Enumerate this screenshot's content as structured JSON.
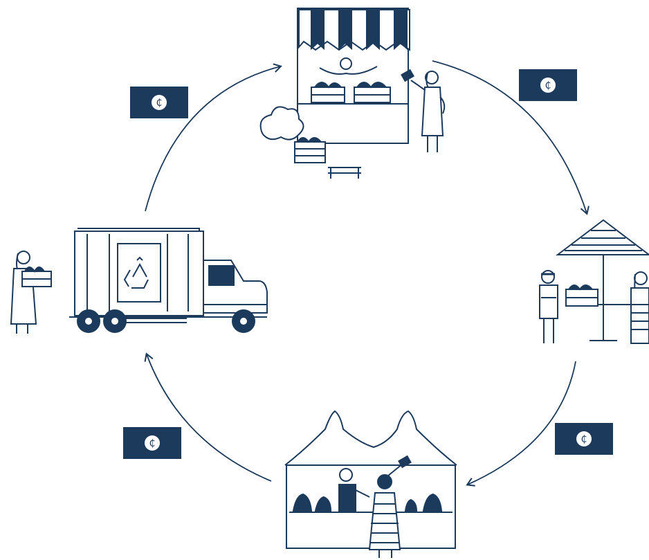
{
  "theme": {
    "ink": "#1b3a5c",
    "paper": "#ffffff",
    "badge": "#1b3a5c"
  },
  "badges": [
    {
      "id": "top-right",
      "symbol": "₵",
      "icon": "coin-icon"
    },
    {
      "id": "right-bottom",
      "symbol": "₵",
      "icon": "coin-icon"
    },
    {
      "id": "bottom-left",
      "symbol": "₵",
      "icon": "coin-icon"
    },
    {
      "id": "top-left",
      "symbol": "₵",
      "icon": "coin-icon"
    }
  ],
  "scenes": [
    {
      "id": "market-stall",
      "icon": "market-stall-icon"
    },
    {
      "id": "cafe-table",
      "icon": "cafe-umbrella-icon"
    },
    {
      "id": "hut-shop",
      "icon": "hut-shop-icon"
    },
    {
      "id": "recycling-truck",
      "icon": "recycle-icon"
    }
  ]
}
